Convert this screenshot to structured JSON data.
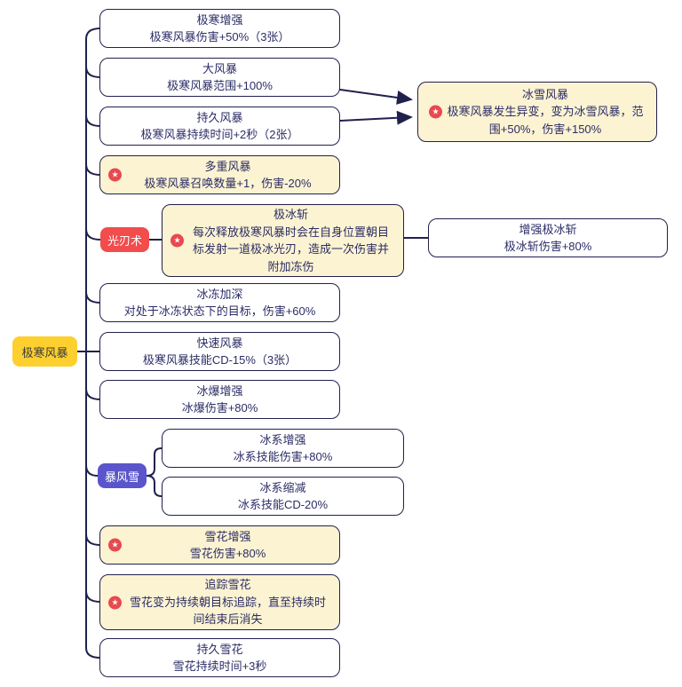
{
  "icons": {
    "star_glyph": "★"
  },
  "colors": {
    "line": "#21214d",
    "node_border": "#21214d",
    "text": "#2b2d66",
    "highlight_bg": "#fcf3d2",
    "star_red": "#e8494f",
    "root_yellow": "#fdd02f",
    "label_red": "#f24c4c",
    "label_purple": "#5b55cb"
  },
  "root": {
    "label": "极寒风暴"
  },
  "branch_labels": {
    "light_blade": "光刃术",
    "blizzard": "暴风雪"
  },
  "nodes": [
    {
      "title": "极寒增强",
      "desc": "极寒风暴伤害+50%（3张）"
    },
    {
      "title": "大风暴",
      "desc": "极寒风暴范围+100%"
    },
    {
      "title": "持久风暴",
      "desc": "极寒风暴持续时间+2秒（2张）"
    },
    {
      "title": "多重风暴",
      "desc": "极寒风暴召唤数量+1，伤害-20%"
    },
    {
      "title": "极冰斩",
      "desc": "每次释放极寒风暴时会在自身位置朝目标发射一道极冰光刃，造成一次伤害并附加冻伤"
    },
    {
      "title": "冰冻加深",
      "desc": "对处于冰冻状态下的目标，伤害+60%"
    },
    {
      "title": "快速风暴",
      "desc": "极寒风暴技能CD-15%（3张）"
    },
    {
      "title": "冰爆增强",
      "desc": "冰爆伤害+80%"
    },
    {
      "title": "冰系增强",
      "desc": "冰系技能伤害+80%"
    },
    {
      "title": "冰系缩减",
      "desc": "冰系技能CD-20%"
    },
    {
      "title": "雪花增强",
      "desc": "雪花伤害+80%"
    },
    {
      "title": "追踪雪花",
      "desc": "雪花变为持续朝目标追踪，直至持续时间结束后消失"
    },
    {
      "title": "持久雪花",
      "desc": "雪花持续时间+3秒"
    },
    {
      "title": "冰雪风暴",
      "desc": "极寒风暴发生异变，变为冰雪风暴，范围+50%，伤害+150%"
    },
    {
      "title": "增强极冰斩",
      "desc": "极冰斩伤害+80%"
    }
  ]
}
